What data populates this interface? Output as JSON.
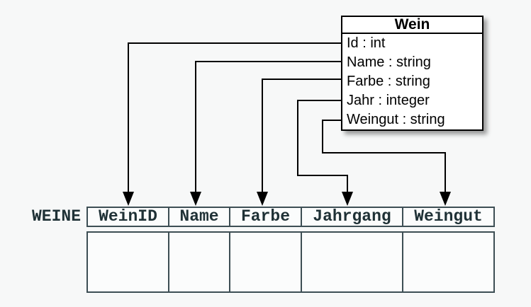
{
  "class_box": {
    "title": "Wein",
    "attributes": [
      "Id : int",
      "Name : string",
      "Farbe : string",
      "Jahr : integer",
      "Weingut : string"
    ]
  },
  "table": {
    "name": "WEINE",
    "columns": [
      "WeinID",
      "Name",
      "Farbe",
      "Jahrgang",
      "Weingut"
    ]
  },
  "mappings": [
    {
      "from": "Id",
      "to": "WeinID"
    },
    {
      "from": "Name",
      "to": "Name"
    },
    {
      "from": "Farbe",
      "to": "Farbe"
    },
    {
      "from": "Jahr",
      "to": "Jahrgang"
    },
    {
      "from": "Weingut",
      "to": "Weingut"
    }
  ],
  "colors": {
    "page_background": "#f7f8f8",
    "class_box_fill": "#ffffff",
    "class_box_border": "#000000",
    "connector": "#000000",
    "table_border": "#3d4e54",
    "table_text": "#1f3136",
    "table_cell_fill": "#fbfcfc"
  }
}
